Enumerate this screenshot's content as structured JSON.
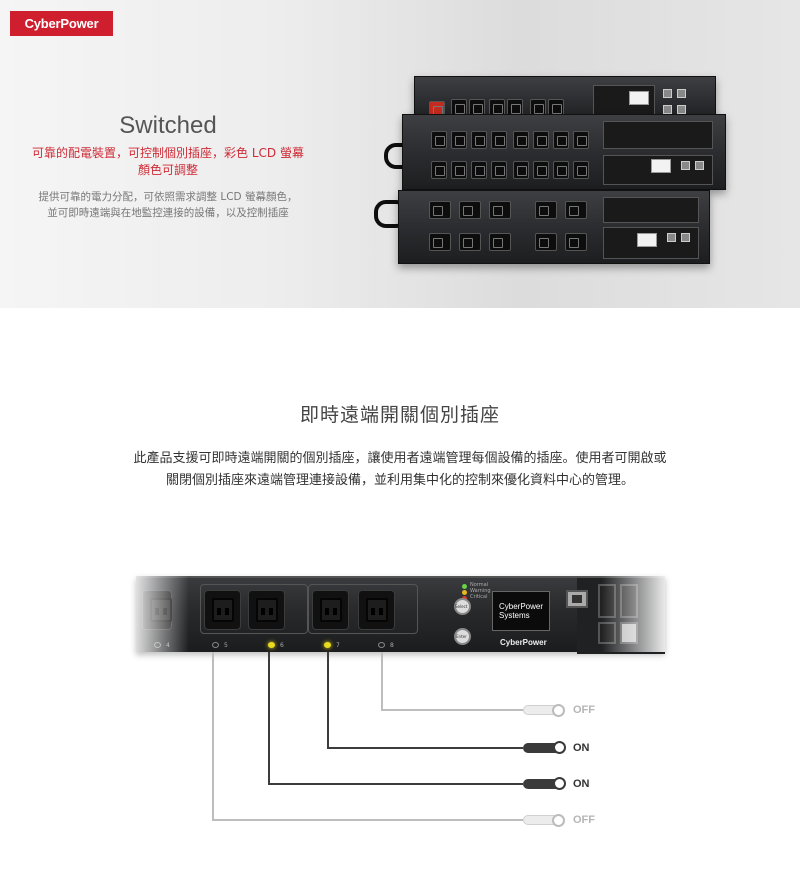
{
  "hero": {
    "logo": "CyberPower",
    "title": "Switched",
    "subtitle_line1": "可靠的配電裝置，可控制個別插座，彩色 LCD 螢幕",
    "subtitle_line2": "顏色可調整",
    "desc_line1": "提供可靠的電力分配，可依照需求調整 LCD 螢幕顏色，",
    "desc_line2": "並可即時遠端與在地監控連接的設備，以及控制插座"
  },
  "section": {
    "title": "即時遠端開關個別插座",
    "body_line1": "此產品支援可即時遠端開關的個別插座，讓使用者遠端管理每個設備的插座。使用者可開啟或",
    "body_line2": "關閉個別插座來遠端管理連接設備，並利用集中化的控制來優化資料中心的管理。"
  },
  "detail": {
    "outlet_numbers": [
      "4",
      "5",
      "6",
      "7",
      "8"
    ],
    "status_labels": [
      "Normal",
      "Warning",
      "Critical"
    ],
    "buttons": [
      "Select",
      "Enter"
    ],
    "screen_line1": "CyberPower",
    "screen_line2": "Systems",
    "brand": "CyberPower"
  },
  "switches": [
    {
      "label": "OFF",
      "state": "off"
    },
    {
      "label": "ON",
      "state": "on"
    },
    {
      "label": "ON",
      "state": "on"
    },
    {
      "label": "OFF",
      "state": "off"
    }
  ],
  "colors": {
    "brand_red": "#cf1f2e",
    "led_on": "#e8dc1c",
    "switch_on": "#3a3a3a",
    "switch_off_label": "#b5b5b5"
  }
}
